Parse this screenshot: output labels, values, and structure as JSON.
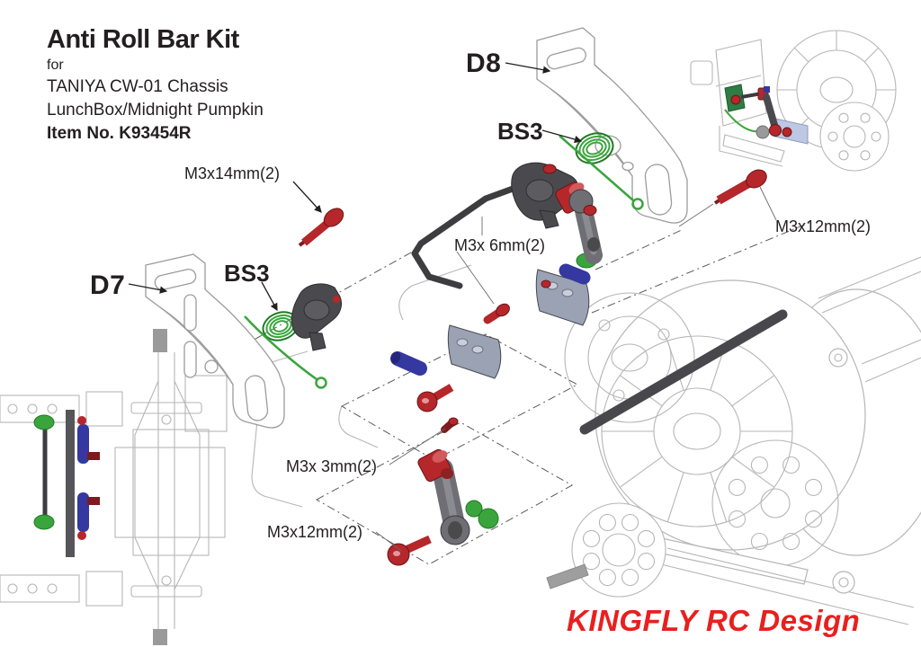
{
  "title_block": {
    "title": "Anti Roll Bar Kit",
    "subtitle": "for",
    "chassis_line1": "TANIYA CW-01 Chassis",
    "chassis_line2": "LunchBox/Midnight Pumpkin",
    "item_no": "Item No. K93454R"
  },
  "part_labels": {
    "d8": "D8",
    "bs3_top": "BS3",
    "m3x14mm": "M3x14mm(2)",
    "m3x12mm_top_right": "M3x12mm(2)",
    "m3x6mm": "M3x 6mm(2)",
    "d7": "D7",
    "bs3_left": "BS3",
    "m3x3mm": "M3x 3mm(2)",
    "m3x12mm_bottom": "M3x12mm(2)"
  },
  "branding": {
    "designer": "KINGFLY RC Design"
  },
  "colors": {
    "screw_red": "#b5272b",
    "screw_red_dark": "#7e1b1e",
    "spring_green": "#3aa53c",
    "spring_green_dark": "#1f7a24",
    "spacer_blue": "#3438a0",
    "arm_gray": "#6e6e74",
    "arm_gray_dark": "#47474c",
    "plate_gray": "#9aa2b4",
    "bar_dark": "#3d3d3f",
    "lineart_gray": "#b6b6b6",
    "watermark_red": "#e8201e",
    "text_black": "#231f20",
    "panel_blue_light": "#bcc8e4"
  }
}
